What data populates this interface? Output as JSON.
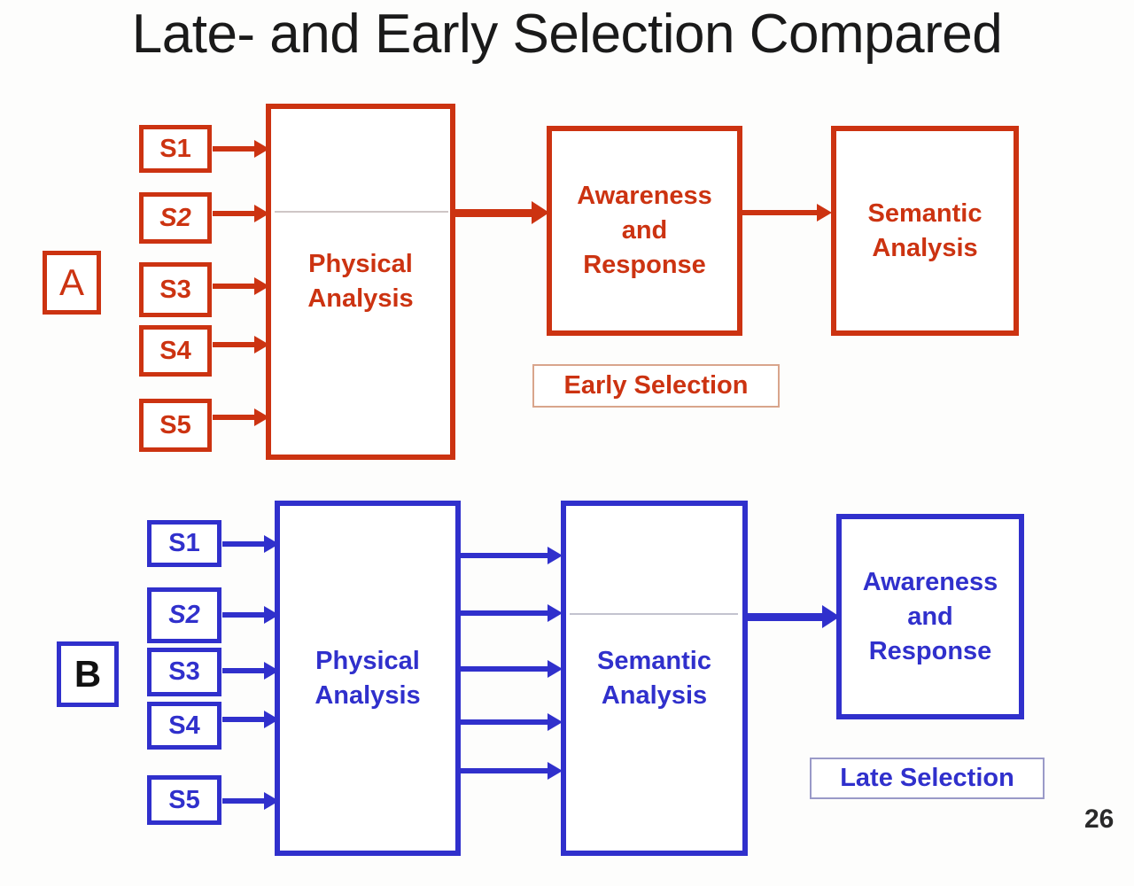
{
  "slide": {
    "title": "Late- and Early Selection Compared",
    "page_number": "26",
    "colors": {
      "panel_a_accent": "#cc3311",
      "panel_b_accent": "#3030cc",
      "title_color": "#1a1a1a",
      "background": "#fdfdfc",
      "early_caption_border": "#d9a58c",
      "late_caption_border": "#9a9ac8"
    }
  },
  "panel_a": {
    "letter": "A",
    "stimuli": [
      {
        "label": "S1",
        "italic": false
      },
      {
        "label": "S2",
        "italic": true
      },
      {
        "label": "S3",
        "italic": false
      },
      {
        "label": "S4",
        "italic": false
      },
      {
        "label": "S5",
        "italic": false
      }
    ],
    "stages": [
      {
        "name": "physical-analysis",
        "label": "Physical\nAnalysis"
      },
      {
        "name": "awareness-and-response",
        "label": "Awareness\nand\nResponse"
      },
      {
        "name": "semantic-analysis",
        "label": "Semantic\nAnalysis"
      }
    ],
    "caption": "Early Selection"
  },
  "panel_b": {
    "letter": "B",
    "stimuli": [
      {
        "label": "S1",
        "italic": false
      },
      {
        "label": "S2",
        "italic": true
      },
      {
        "label": "S3",
        "italic": false
      },
      {
        "label": "S4",
        "italic": false
      },
      {
        "label": "S5",
        "italic": false
      }
    ],
    "stages": [
      {
        "name": "physical-analysis",
        "label": "Physical\nAnalysis"
      },
      {
        "name": "semantic-analysis",
        "label": "Semantic\nAnalysis"
      },
      {
        "name": "awareness-and-response",
        "label": "Awareness\nand\nResponse"
      }
    ],
    "caption": "Late Selection"
  }
}
